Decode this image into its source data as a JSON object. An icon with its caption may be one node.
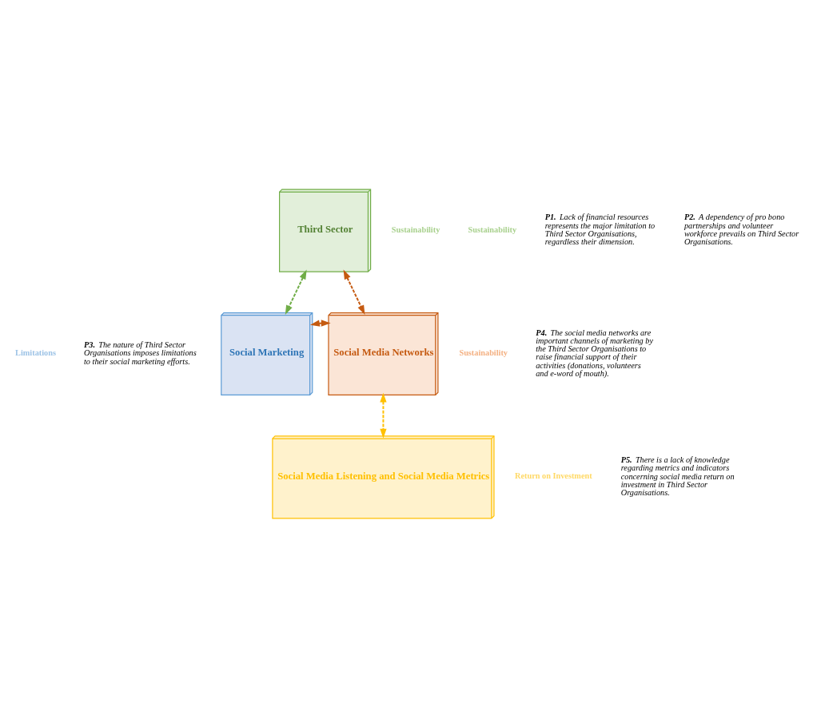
{
  "diagram": {
    "nodes": [
      {
        "text": [
          "Third Sector"
        ],
        "beside": [
          "Sustainability",
          "Sustainability",
          "P1. Lack of financial resources represents the major limitation to Third Sector Organisations, regardless their dimension.",
          "P2. A dependency of pro bono partnerships and volunteer workforce prevails on Third Sector Organisations."
        ]
      },
      {
        "text": [
          "Social Marketing"
        ],
        "beside": [
          "Limitations",
          "P3. The nature of Third Sector Organisations imposes limitations to their social marketing efforts."
        ]
      },
      {
        "text": [
          "Social Media Networks"
        ],
        "beside": [
          "Sustainability",
          "P4. The social media networks are important channels of marketing by the Third Sector Organisations to raise financial support of their activities (donations, volunteers and e-word of mouth)."
        ]
      },
      {
        "text": [
          "Social Media Listening and Social Media Metrics"
        ],
        "beside": [
          "Return on Investment",
          "P5. There is a lack of knowledge regarding metrics and indicators concerning social media return on investment in Third Sector Organisations."
        ]
      }
    ],
    "edges": [
      {
        "from": 0,
        "to": 1,
        "arrow": "both",
        "style": "dashed",
        "color": "#70ad47"
      },
      {
        "from": 0,
        "to": 2,
        "arrow": "both",
        "style": "dashed",
        "color": "#c55a11"
      },
      {
        "from": 1,
        "to": 2,
        "arrow": "both",
        "style": "dashed",
        "color": "#c55a11"
      },
      {
        "from": 2,
        "to": 3,
        "arrow": "both",
        "style": "dashed",
        "color": "#ffc000"
      }
    ]
  }
}
